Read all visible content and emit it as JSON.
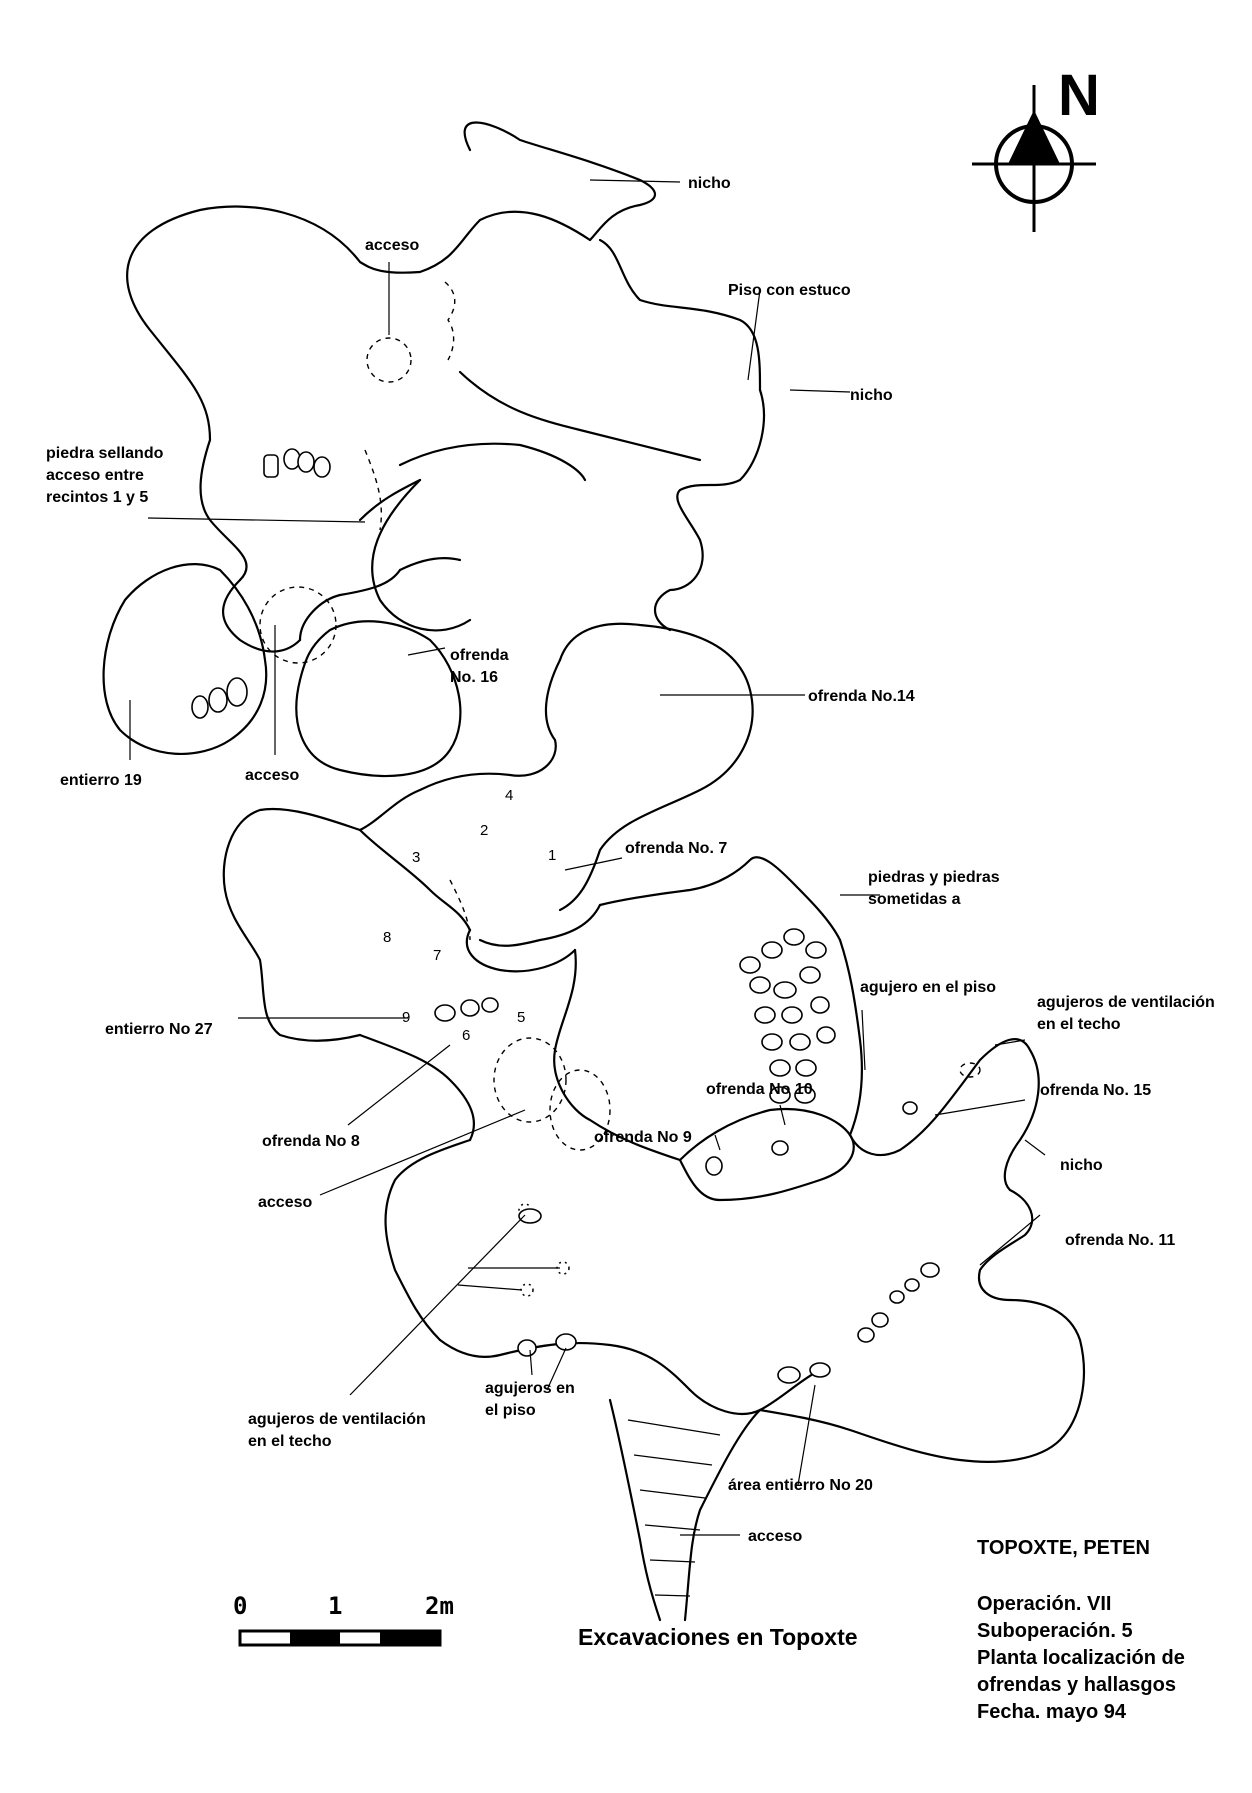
{
  "labels": {
    "nicho_top": "nicho",
    "acceso_top": "acceso",
    "piso_estuco": "Piso con estuco",
    "nicho_right": "nicho",
    "piedra_1": "piedra sellando",
    "piedra_2": "acceso entre",
    "piedra_3": "recintos 1 y 5",
    "ofrenda16_1": "ofrenda",
    "ofrenda16_2": "No. 16",
    "ofrenda14": "ofrenda No.14",
    "entierro19": "entierro 19",
    "acceso_mid": "acceso",
    "ofrenda7": "ofrenda No. 7",
    "piedras_1": "piedras y piedras",
    "piedras_2": "sometidas a",
    "agujero_piso": "agujero en el piso",
    "agujeros_vent_right_1": "agujeros de ventilación",
    "agujeros_vent_right_2": "en el techo",
    "entierro27": "entierro No 27",
    "ofrenda10": "ofrenda No 10",
    "ofrenda15": "ofrenda No. 15",
    "ofrenda8": "ofrenda No 8",
    "ofrenda9": "ofrenda No 9",
    "nicho_lower": "nicho",
    "acceso_lower": "acceso",
    "ofrenda11": "ofrenda No. 11",
    "agujeros_piso_1": "agujeros en",
    "agujeros_piso_2": "el piso",
    "agujeros_vent_left_1": "agujeros de ventilación",
    "agujeros_vent_left_2": "en el techo",
    "area_entierro20": "área entierro No 20",
    "acceso_bottom": "acceso"
  },
  "numbers": {
    "n1": "1",
    "n2": "2",
    "n3": "3",
    "n4": "4",
    "n5": "5",
    "n6": "6",
    "n7": "7",
    "n8": "8",
    "n9": "9"
  },
  "north_arrow": {
    "letter": "N"
  },
  "scale_bar": {
    "tick_0": "0",
    "tick_1": "1",
    "tick_2": "2m"
  },
  "title": "Excavaciones en Topoxte",
  "info_block": {
    "site": "TOPOXTE, PETEN",
    "operation": "Operación. VII",
    "suboperation": "Suboperación. 5",
    "desc_1": "Planta localización de",
    "desc_2": "ofrendas y hallasgos",
    "date": "Fecha. mayo 94"
  }
}
